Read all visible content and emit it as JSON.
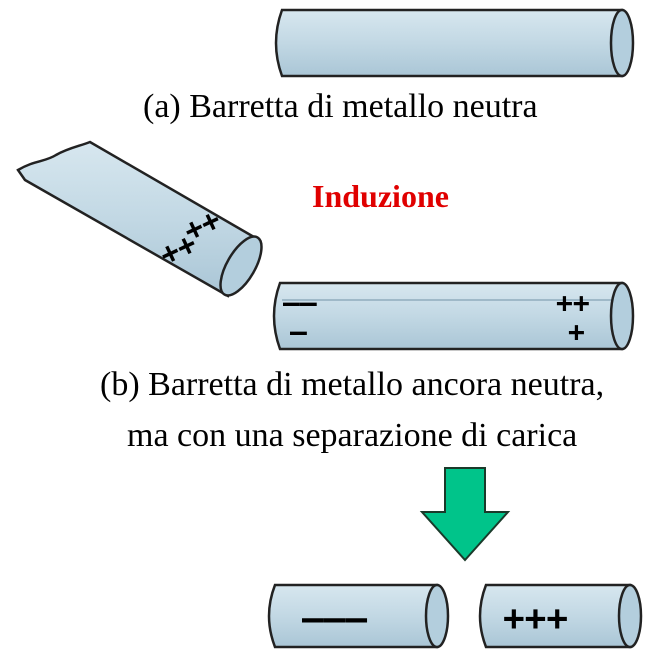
{
  "captions": {
    "a": "(a) Barretta di metallo neutra",
    "b_line1": "(b) Barretta di metallo ancora neutra,",
    "b_line2": "ma con una separazione di carica"
  },
  "label_induzione": "Induzione",
  "charges": {
    "rod_plus_1": "++",
    "rod_plus_2": "++",
    "bar_b_left_top": "––",
    "bar_b_left_bottom": "–",
    "bar_b_right_top": "++",
    "bar_b_right_bottom": "+",
    "bar_c_left": "–––",
    "bar_c_right": "+++"
  },
  "colors": {
    "bar_fill": "#c6dbe6",
    "bar_stroke": "#222222",
    "arrow_fill": "#00c48a",
    "induzione": "#e00000"
  }
}
